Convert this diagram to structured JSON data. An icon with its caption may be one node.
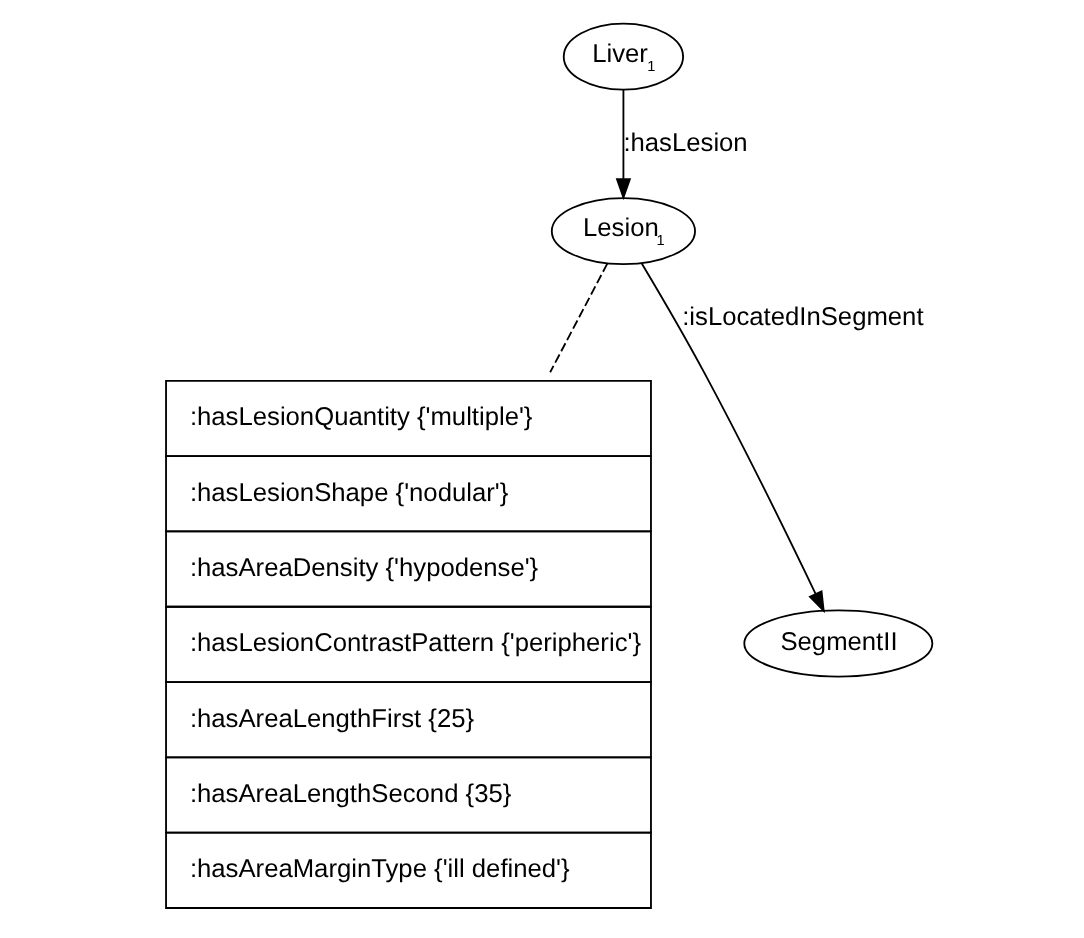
{
  "diagram": {
    "nodes": [
      {
        "text": [
          "Liver$_{1}$"
        ]
      },
      {
        "text": [
          "Lesion$_{1}$"
        ]
      },
      {
        "text": [
          ":hasLesionQuantity {'multiple'}",
          ":hasLesionShape {'nodular'}",
          ":hasAreaDensity {'hypodense'}",
          ":hasLesionContrastPattern {'peripheric'}",
          ":hasAreaLengthFirst {25}",
          ":hasAreaLengthSecond {35}",
          ":hasAreaMarginType {'ill defined'}"
        ]
      },
      {
        "text": [
          "SegmentII"
        ]
      }
    ],
    "edges": [
      {
        "from": 0,
        "to": 1,
        "arrow": "to",
        "label": ":hasLesion"
      },
      {
        "from": 1,
        "to": 2,
        "arrow": "none",
        "style": "dashed"
      },
      {
        "from": 1,
        "to": 3,
        "arrow": "to",
        "label": ":isLocatedInSegment"
      }
    ]
  }
}
